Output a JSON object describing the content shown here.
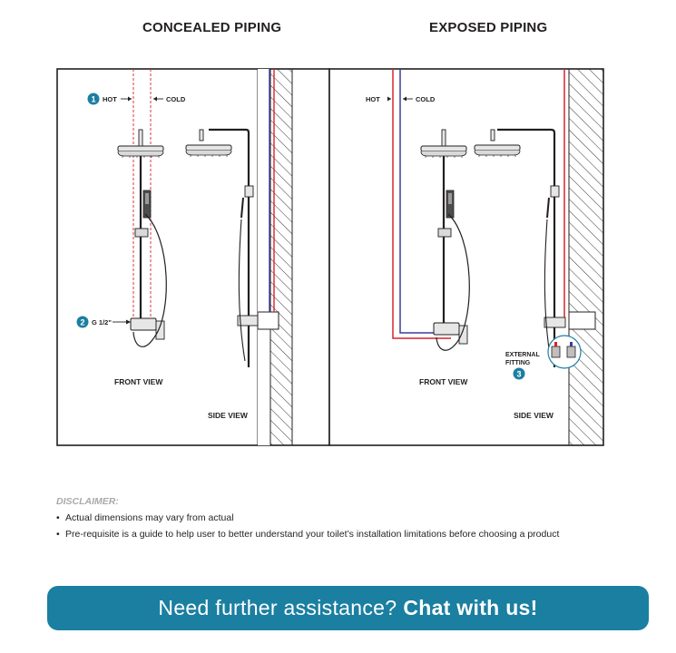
{
  "headings": {
    "concealed": "CONCEALED PIPING",
    "exposed": "EXPOSED PIPING"
  },
  "concealed_panel": {
    "callout_1": "1",
    "hot_label": "HOT",
    "cold_label": "COLD",
    "callout_2": "2",
    "thread_label": "G 1/2\"",
    "front_view_label": "FRONT VIEW",
    "side_view_label": "SIDE VIEW"
  },
  "exposed_panel": {
    "hot_label": "HOT",
    "cold_label": "COLD",
    "external_fitting_line1": "EXTERNAL",
    "external_fitting_line2": "FITTING",
    "callout_3": "3",
    "front_view_label": "FRONT VIEW",
    "side_view_label": "SIDE VIEW"
  },
  "disclaimer": {
    "title": "DISCLAIMER:",
    "items": [
      "Actual dimensions may vary from actual",
      "Pre-requisite is a guide to help user to better understand your toilet’s installation limitations before choosing a product"
    ],
    "bullet": "•"
  },
  "cta": {
    "text": "Need further assistance?",
    "bold": "Chat with us!"
  },
  "colors": {
    "hot_pipe": "#d8232a",
    "cold_pipe": "#3a3f9a",
    "callout": "#1b7fa1",
    "cta_bg": "#1a7fa1"
  },
  "icons": [
    "hot-arrow-icon",
    "cold-arrow-icon",
    "callout-badge-icon",
    "fitting-nut-icon"
  ]
}
